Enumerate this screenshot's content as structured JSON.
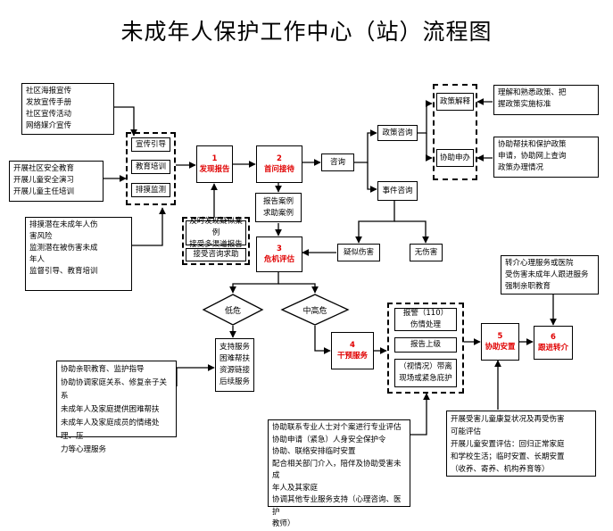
{
  "title": "未成年人保护工作中心（站）流程图",
  "colors": {
    "line": "#000000",
    "step_text": "#e00000",
    "background": "#ffffff"
  },
  "left_notes": {
    "publicity": "社区海报宣传\n发放宣传手册\n社区宣传活动\n网络媒介宣传",
    "education": "开展社区安全教育\n开展儿童安全演习\n开展儿童主任培训",
    "screening": "排摸潜在未成年人伤\n害风险\n监测潜在被伤害未成\n年人\n监督引导、教育培训"
  },
  "prevention": [
    "宣传引导",
    "教育培训",
    "排摸监测"
  ],
  "steps": {
    "s1": {
      "num": "1",
      "label": "发现报告"
    },
    "s2": {
      "num": "2",
      "label": "首问接待"
    },
    "s3": {
      "num": "3",
      "label": "危机评估"
    },
    "s4": {
      "num": "4",
      "label": "干预服务"
    },
    "s5": {
      "num": "5",
      "label": "协助安置"
    },
    "s6": {
      "num": "6",
      "label": "跟进转介"
    }
  },
  "sources": [
    "及时发现疑似案例\n接受多渠道报告",
    "接受咨询求助"
  ],
  "reception": "报告案例\n求助案例",
  "consult": "咨询",
  "policy_consult": "政策咨询",
  "incident_consult": "事件咨询",
  "suspected_harm": "疑似伤害",
  "no_harm": "无伤害",
  "policy_boxes": [
    "政策解释",
    "协助申办"
  ],
  "policy_notes": {
    "explain": "理解和熟悉政策、把\n握政策实施标准",
    "assist": "协助帮扶和保护政策\n申请，协助网上查询\n政策办理情况"
  },
  "low_risk": "低危",
  "mid_high_risk": "中高危",
  "support_services": "支持服务\n困难帮扶\n资源链接\n后续服务",
  "support_notes": "协助亲职教育、监护指导\n协助协调家庭关系、修复亲子关系\n未成年人及家庭提供困难帮扶\n未成年人及家庭成员的情绪处理、压\n力等心理服务",
  "intervention_boxes": [
    "报警（110）\n伤情处理",
    "报告上级",
    "（视情况）带离\n现场或紧急庇护"
  ],
  "intervention_notes": "协助联系专业人士对个案进行专业评估\n协助申请（紧急）人身安全保护令\n协助、联络安排临时安置\n配合相关部门介入，陪伴及协助受害未成\n年人及其家庭\n协调其他专业服务支持（心理咨询、医护\n教师）",
  "referral_notes": "转介心理服务或医院\n受伤害未成年人跟进服务\n强制亲职教育",
  "placement_notes": "开展受害儿童康复状况及再受伤害\n可能评估\n开展儿童安置评估：回归正常家庭\n和学校生活；临时安置、长期安置\n（收养、寄养、机构养育等）"
}
